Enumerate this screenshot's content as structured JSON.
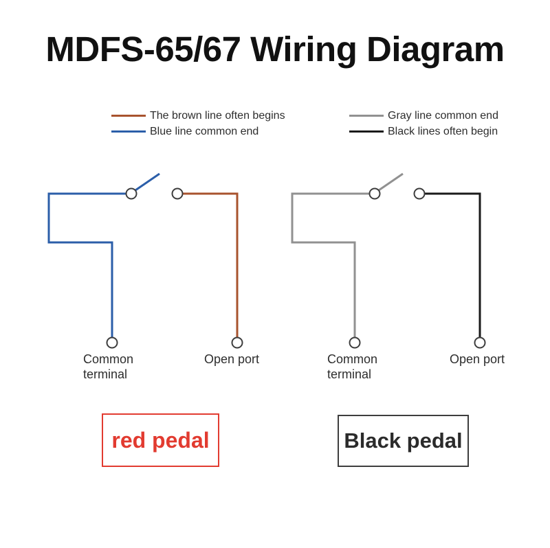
{
  "title": "MDFS-65/67 Wiring Diagram",
  "legend": {
    "items": [
      {
        "id": "brown",
        "label": "The brown line often begins",
        "color": "#a8532e"
      },
      {
        "id": "blue",
        "label": "Blue line common end",
        "color": "#2b5ea9"
      },
      {
        "id": "gray",
        "label": "Gray line common end",
        "color": "#919191"
      },
      {
        "id": "black",
        "label": "Black lines often begin",
        "color": "#1a1a1a"
      }
    ]
  },
  "colors": {
    "brown": "#a8532e",
    "blue": "#2b5ea9",
    "gray": "#919191",
    "black": "#1a1a1a",
    "terminal_outline": "#3d3d3d",
    "red_pedal": "#e23b30",
    "black_pedal_text": "#2b2b2b",
    "black_pedal_border": "#3d3d3d"
  },
  "left_diagram": {
    "common_terminal_label": "Common terminal",
    "open_port_label": "Open port",
    "pedal_label": "red pedal"
  },
  "right_diagram": {
    "common_terminal_label": "Common terminal",
    "open_port_label": "Open port",
    "pedal_label": "Black pedal"
  }
}
